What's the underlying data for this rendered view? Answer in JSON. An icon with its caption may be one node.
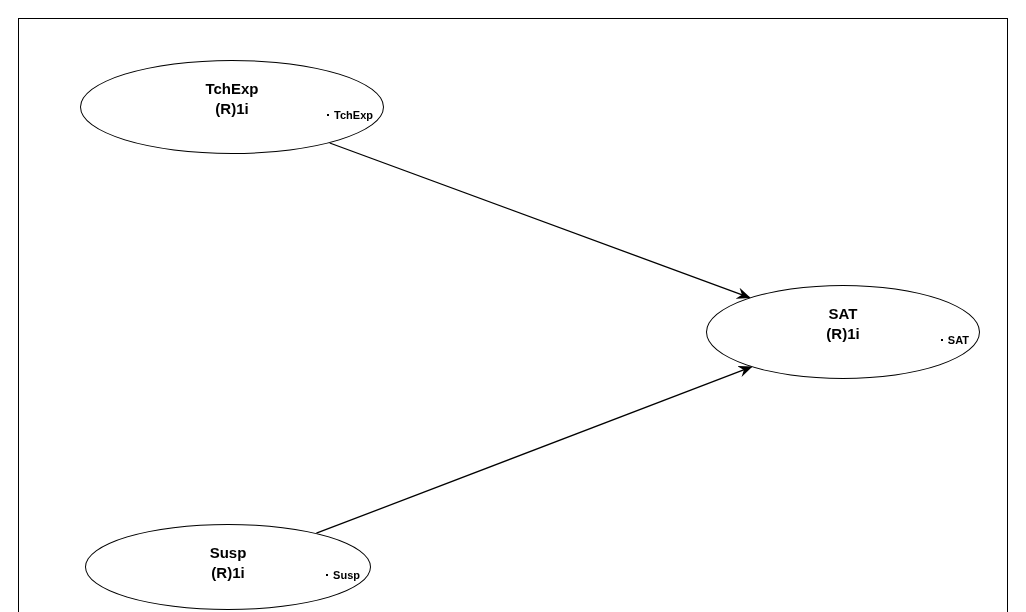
{
  "diagram": {
    "nodes": [
      {
        "text": [
          "TchExp",
          "(R)1i",
          "TchExp"
        ]
      },
      {
        "text": [
          "SAT",
          "(R)1i",
          "SAT"
        ]
      },
      {
        "text": [
          "Susp",
          "(R)1i",
          "Susp"
        ]
      }
    ],
    "edges": [
      {
        "from": 0,
        "to": 1,
        "arrow": "to"
      },
      {
        "from": 2,
        "to": 1,
        "arrow": "to"
      }
    ]
  }
}
